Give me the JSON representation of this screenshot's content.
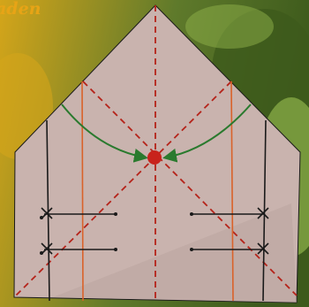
{
  "header": {
    "caption_text": "aden"
  },
  "colors": {
    "background_top": "#d4a51a",
    "background_mid": "#5f7a2b",
    "foliage_dark": "#3d5a1c",
    "foliage_light": "#8fb24a",
    "paper": "#c9b3ae",
    "paper_shade": "#b9a39d",
    "crease_red": "#b5231a",
    "guide_orange": "#d9622a",
    "outline_black": "#1a1a1a",
    "arrow_green": "#2a7a2e",
    "center_dot": "#c8231c"
  },
  "diagram": {
    "subject": "paper-airplane-fold-step",
    "center_mark": "red-dot",
    "arrows": [
      "fold-left-flap-to-center",
      "fold-right-flap-to-center"
    ],
    "x_marks_count": 4
  }
}
